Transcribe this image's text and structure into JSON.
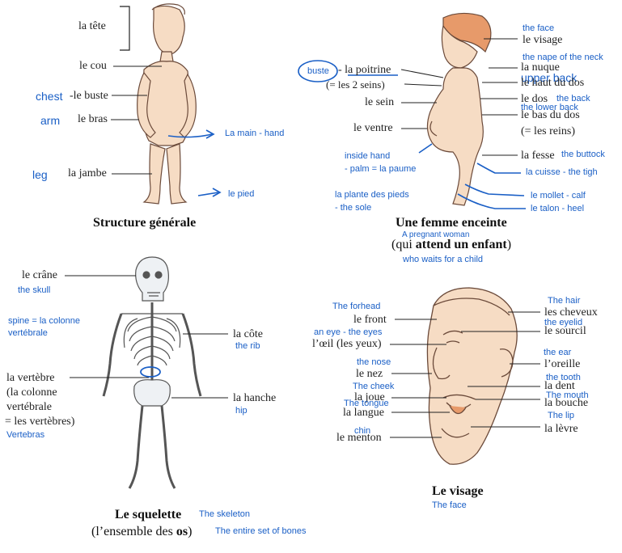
{
  "general": {
    "tete": "la tête",
    "cou": "le cou",
    "buste": "-le buste",
    "bras": "le bras",
    "jambe": "la jambe",
    "chest_en": "chest",
    "arm_en": "arm",
    "leg_en": "leg",
    "main_en": "La main - hand",
    "pied_en": "le pied",
    "caption": "Structure générale"
  },
  "femme": {
    "face_en": "the face",
    "visage": "le visage",
    "nape_en": "the nape of the neck",
    "nuque": "la nuque",
    "upper_back_en": "upper back",
    "haut_dos": "le haut du dos",
    "dos": "le dos",
    "back_en": "the back",
    "lower_back_en": "the lower back",
    "bas_dos": "le bas du dos",
    "reins": "(= les reins)",
    "buste_box": "buste",
    "poitrine": "- la poitrine",
    "seins": "(= les 2 seins)",
    "sein": "le sein",
    "ventre": "le ventre",
    "inside_hand_en": "inside hand",
    "palm_en": "- palm = la paume",
    "fesse": "la fesse",
    "buttock_en": "the buttock",
    "cuisse_en": "la cuisse - the tigh",
    "plante_en": "la plante des pieds",
    "sole_en": "- the sole",
    "mollet_en": "le mollet - calf",
    "talon_en": "le talon - heel",
    "caption_1": "Une femme enceinte",
    "caption_en": "A pregnant woman",
    "caption_2a": "(qui ",
    "caption_2b": "attend un enfant",
    "caption_2c": ")",
    "caption_2_en": "who waits for a child"
  },
  "squelette": {
    "crane": "le crâne",
    "skull_en": "the skull",
    "spine_en_1": "spine = la colonne",
    "spine_en_2": "vertébrale",
    "cote": "la côte",
    "rib_en": "the rib",
    "vertebre_1": "la vertèbre",
    "vertebre_2": "(la colonne",
    "vertebre_3": "vertébrale",
    "vertebre_4": "= les vertèbres)",
    "vertebras_en": "Vertebras",
    "hanche": "la hanche",
    "hip_en": "hip",
    "caption_1": "Le squelette",
    "caption_1_en": "The skeleton",
    "caption_2a": "(l’ensemble des ",
    "caption_2b": "os",
    "caption_2c": ")",
    "caption_2_en": "The entire set of bones"
  },
  "visage": {
    "forhead_en": "The forhead",
    "front": "le front",
    "eyes_en": "an eye - the eyes",
    "oeil": "l’œil (les yeux)",
    "nose_en": "the nose",
    "nez": "le nez",
    "cheek_en": "The cheek",
    "joue": "la joue",
    "tongue_en": "The tongue",
    "langue": "la langue",
    "chin_en": "chin",
    "menton": "le menton",
    "hair_en": "The hair",
    "cheveux": "les cheveux",
    "eyelid_en": "the eyelid",
    "sourcil": "le sourcil",
    "ear_en": "the ear",
    "oreille": "l’oreille",
    "tooth_en": "the tooth",
    "dent": "la dent",
    "mouth_en": "The mouth",
    "bouche": "la bouche",
    "lip_en": "The lip",
    "levre": "la lèvre",
    "caption": "Le visage",
    "caption_en": "The face"
  },
  "colors": {
    "annotation": "#1a5fc6",
    "skin": "#f6dcc4",
    "hair": "#e79a6a"
  }
}
